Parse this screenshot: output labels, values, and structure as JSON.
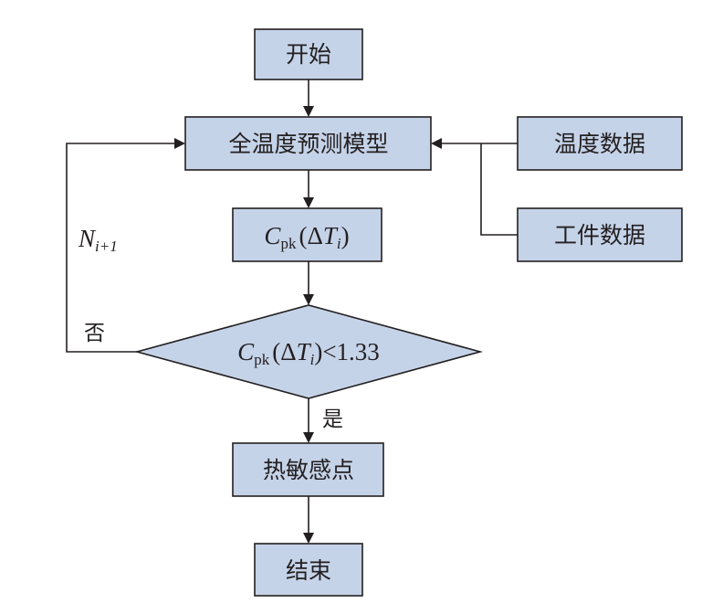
{
  "nodes": {
    "start": "开始",
    "model": "全温度预测模型",
    "temp_data": "温度数据",
    "work_data": "工件数据",
    "cpk": {
      "symbol": "C",
      "sub": "pk",
      "open": "(",
      "delta": "Δ",
      "t": "T",
      "t_sub": "i",
      "close": ")"
    },
    "decision": {
      "symbol": "C",
      "sub": "pk",
      "open": "(",
      "delta": "Δ",
      "t": "T",
      "t_sub": "i",
      "close": ")",
      "cmp": "<1.33"
    },
    "hot_point": "热敏感点",
    "end": "结束"
  },
  "labels": {
    "no": "否",
    "yes": "是",
    "loop": {
      "symbol": "N",
      "sub": "i+1"
    }
  }
}
